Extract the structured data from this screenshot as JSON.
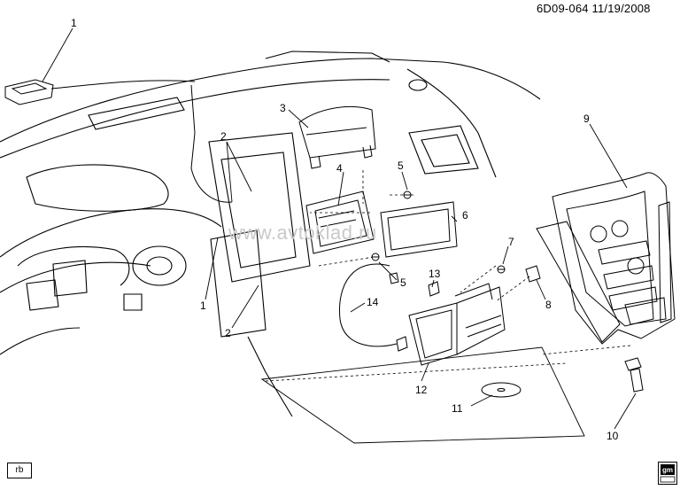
{
  "header": {
    "code": "6D09-064",
    "date": "11/19/2008"
  },
  "watermark": "www.avtoklad.ru",
  "corner_badge": "rb",
  "gm_logo": {
    "text": "gm",
    "icon": "gm-parts-logo-icon"
  },
  "callouts": [
    {
      "id": "c1a",
      "label": "1"
    },
    {
      "id": "c1b",
      "label": "1"
    },
    {
      "id": "c2a",
      "label": "2"
    },
    {
      "id": "c2b",
      "label": "2"
    },
    {
      "id": "c3",
      "label": "3"
    },
    {
      "id": "c4",
      "label": "4"
    },
    {
      "id": "c5a",
      "label": "5"
    },
    {
      "id": "c5b",
      "label": "5"
    },
    {
      "id": "c6",
      "label": "6"
    },
    {
      "id": "c7",
      "label": "7"
    },
    {
      "id": "c8",
      "label": "8"
    },
    {
      "id": "c9",
      "label": "9"
    },
    {
      "id": "c10",
      "label": "10"
    },
    {
      "id": "c11",
      "label": "11"
    },
    {
      "id": "c12",
      "label": "12"
    },
    {
      "id": "c13",
      "label": "13"
    },
    {
      "id": "c14",
      "label": "14"
    }
  ]
}
